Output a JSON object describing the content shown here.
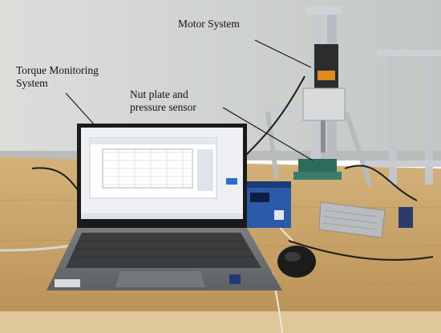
{
  "annotations": {
    "motor_system": "Motor System",
    "torque_monitoring_line1": "Torque Monitoring",
    "torque_monitoring_line2": "System",
    "nut_plate_line1": "Nut plate and",
    "nut_plate_line2": "pressure sensor"
  },
  "colors": {
    "wall": "#d4d7d2",
    "table_wood": "#c9a56c",
    "laptop_body": "#6f7275",
    "keyboard": "#3a3c3e",
    "screen_bg": "#eef0f3",
    "aluminum_frame": "#c8cbcf",
    "controller_box": "#2c5aa8",
    "power_supply": "#b9bcbf",
    "annotation_text": "#111111"
  },
  "icons": {
    "laptop": "laptop-icon",
    "mouse": "mouse-icon",
    "motor": "motor-icon"
  }
}
